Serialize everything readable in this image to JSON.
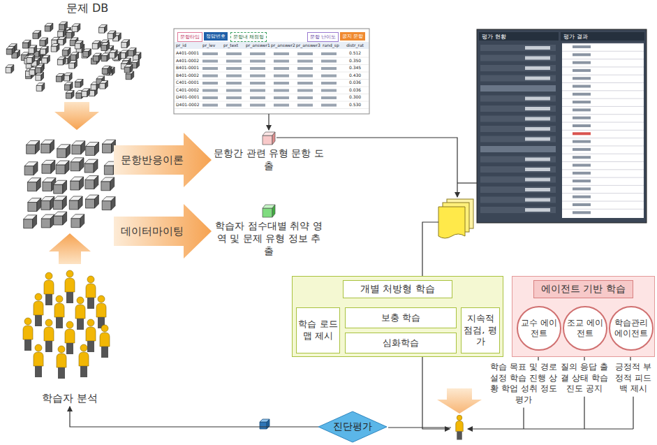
{
  "diagram": {
    "nodes": [
      {
        "text": [
          "문제 DB"
        ]
      },
      {
        "text": [
          "문항반응이론"
        ]
      },
      {
        "text": [
          "데이터마이팅"
        ]
      },
      {
        "text": [
          "문항간 관련 유형 문항 도출"
        ]
      },
      {
        "text": [
          "학습자 점수대별 취약 영역 및 문제 유형 정보 추출"
        ]
      },
      {
        "text": [
          "개별 처방형 학습"
        ]
      },
      {
        "text": [
          "학습 로드맵 제시"
        ],
        "in": 5
      },
      {
        "text": [
          "보충 학습"
        ],
        "in": 5
      },
      {
        "text": [
          "심화학습"
        ],
        "in": 5
      },
      {
        "text": [
          "지속적 점검, 평가"
        ],
        "in": 5
      },
      {
        "text": [
          "에이전트 기반 학습"
        ]
      },
      {
        "text": [
          "교수 에이전트"
        ],
        "in": 10
      },
      {
        "text": [
          "조교 에이전트"
        ],
        "in": 10
      },
      {
        "text": [
          "학습관리 에이전트"
        ],
        "in": 10
      },
      {
        "text": [
          "진단평가"
        ]
      },
      {
        "text": [
          "학습자 분석"
        ]
      }
    ],
    "edges": [
      {
        "from": 14,
        "to": 15,
        "arrow": "to"
      }
    ],
    "labels": [
      "문항타입",
      "정답번호",
      "문항내 채점형",
      "문항 난이도",
      "공지 문항",
      "pr_id",
      "pr_lev",
      "pr_text",
      "pr_answer1",
      "pr_answer2",
      "pr_answer3",
      "rand_sp",
      "distr_rat",
      "A401-0001",
      "A401-0002",
      "B401-0001",
      "B401-0002",
      "C401-0001",
      "C401-0002",
      "D401-0001",
      "D401-0002",
      "0.512",
      "0.350",
      "0.345",
      "0.430",
      "0.036",
      "0.036",
      "0.300",
      "0.530",
      "평가 현황",
      "평가 결과",
      "학습 목표 및 경로 설정 학습 진행 상황 학업 성취 정도 평가",
      "질의 응답 출결 상태 학습 진도 공지",
      "긍정적 부정적 피드백 제시"
    ]
  }
}
